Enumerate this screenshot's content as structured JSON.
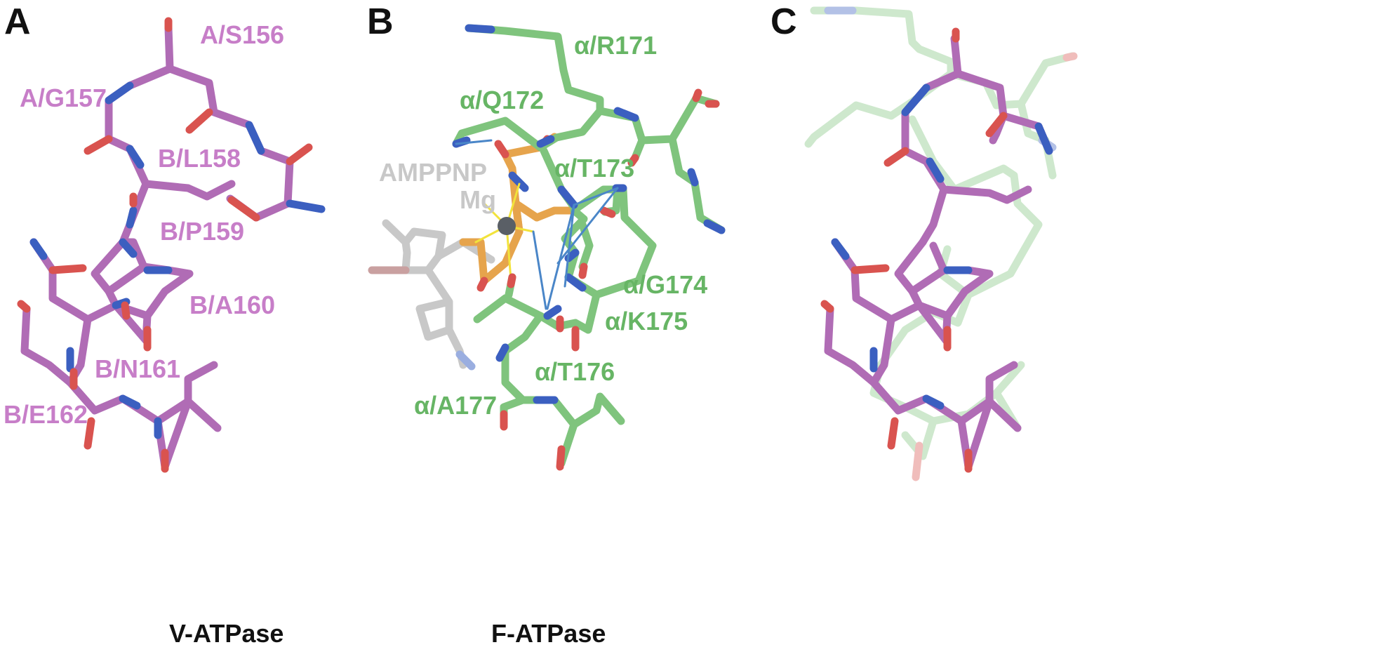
{
  "colors": {
    "v_carbon": "#b06cb5",
    "v_label": "#c77ec8",
    "f_carbon": "#7fc47d",
    "f_label": "#67b565",
    "nitrogen": "#3b5fc0",
    "oxygen": "#d9534f",
    "phosphate": "#e6a44c",
    "nucleotide": "#c8c8c8",
    "mg": "#5a5f66",
    "coordination": "#f2e33b",
    "hbond": "#4a86c8"
  },
  "panels": {
    "a": {
      "letter": "A",
      "caption": "V-ATPase",
      "labels": [
        "A/S156",
        "A/G157",
        "B/L158",
        "B/P159",
        "B/A160",
        "B/N161",
        "B/E162"
      ]
    },
    "b": {
      "letter": "B",
      "caption": "F-ATPase",
      "labels": [
        "α/R171",
        "α/Q172",
        "α/T173",
        "α/G174",
        "α/K175",
        "α/T176",
        "α/A177"
      ],
      "ligands": [
        "AMPPNP",
        "Mg"
      ]
    },
    "c": {
      "letter": "C"
    }
  }
}
